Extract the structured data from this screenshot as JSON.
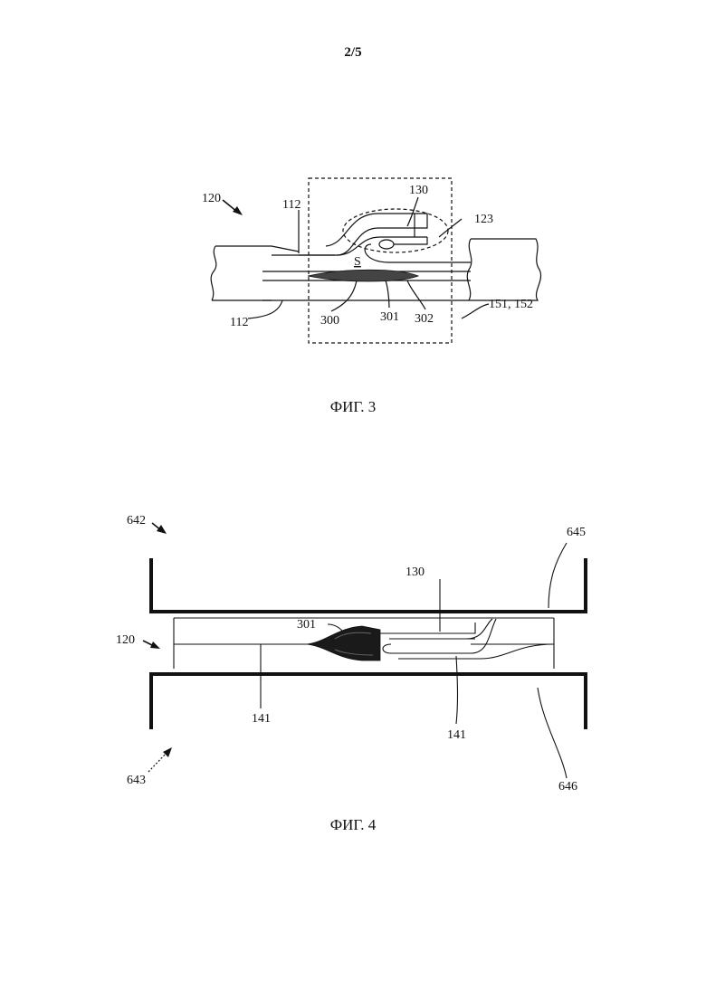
{
  "page_number": "2/5",
  "figure3": {
    "caption": "ФИГ. 3",
    "labels": {
      "l120": "120",
      "l112_top": "112",
      "l130": "130",
      "l123": "123",
      "lS": "S",
      "l112_bottom": "112",
      "l300": "300",
      "l301": "301",
      "l302": "302",
      "l151": "151, 152"
    }
  },
  "figure4": {
    "caption": "ФИГ. 4",
    "labels": {
      "l642": "642",
      "l645": "645",
      "l130": "130",
      "l301": "301",
      "l120": "120",
      "l141_left": "141",
      "l141_right": "141",
      "l643": "643",
      "l646": "646"
    }
  }
}
